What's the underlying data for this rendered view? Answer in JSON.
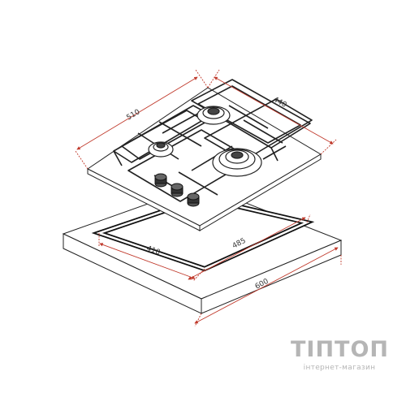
{
  "dimensions": {
    "hob_depth": "510",
    "hob_width": "440",
    "cutout_depth": "410",
    "cutout_width": "485",
    "countertop_width": "600"
  },
  "watermark": {
    "logo_text": "ТІПТОП",
    "tagline": "інтернет-магазин"
  },
  "colors": {
    "dimension_line": "#c0392b",
    "outline": "#222222",
    "watermark": "#b5b5b5"
  }
}
